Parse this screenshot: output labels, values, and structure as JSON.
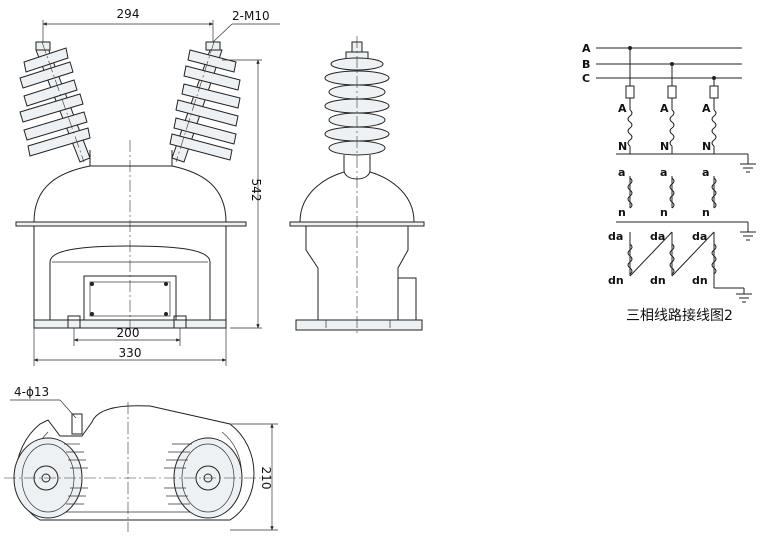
{
  "front_view": {
    "dim_top": "294",
    "thread_label": "2-M10",
    "dim_height": "542",
    "dim_mount": "200",
    "dim_base": "330"
  },
  "top_view": {
    "hole_label": "4-ϕ13",
    "dim_depth": "210"
  },
  "schematic": {
    "bus_labels": [
      "A",
      "B",
      "C"
    ],
    "primary_top": [
      "A",
      "A",
      "A"
    ],
    "primary_bottom": [
      "N",
      "N",
      "N"
    ],
    "secondary_top": [
      "a",
      "a",
      "a"
    ],
    "secondary_bottom": [
      "n",
      "n",
      "n"
    ],
    "residual_top": [
      "da",
      "da",
      "da"
    ],
    "residual_bottom": [
      "dn",
      "dn",
      "dn"
    ],
    "caption": "三相线路接线图2"
  }
}
